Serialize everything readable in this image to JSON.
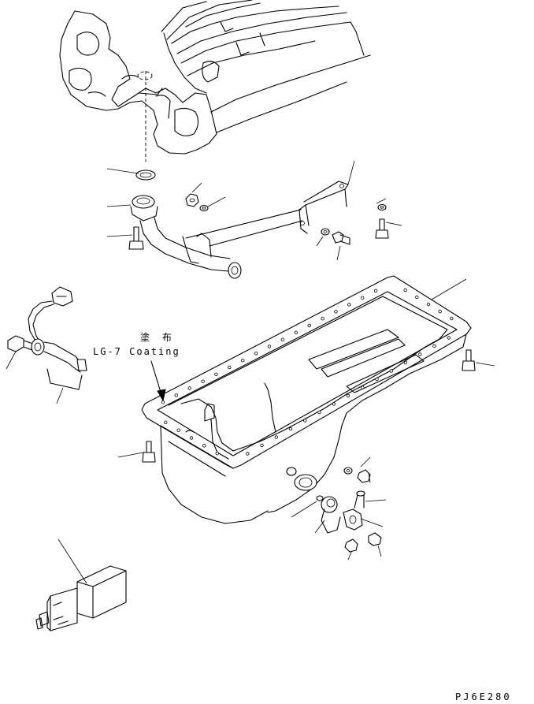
{
  "diagram": {
    "coating_note": {
      "jp": "塗 布",
      "en": "LG-7 Coating"
    },
    "drawing_code": "PJ6E280",
    "leader_count": 22
  },
  "colors": {
    "line": "#000000",
    "background": "#ffffff"
  }
}
